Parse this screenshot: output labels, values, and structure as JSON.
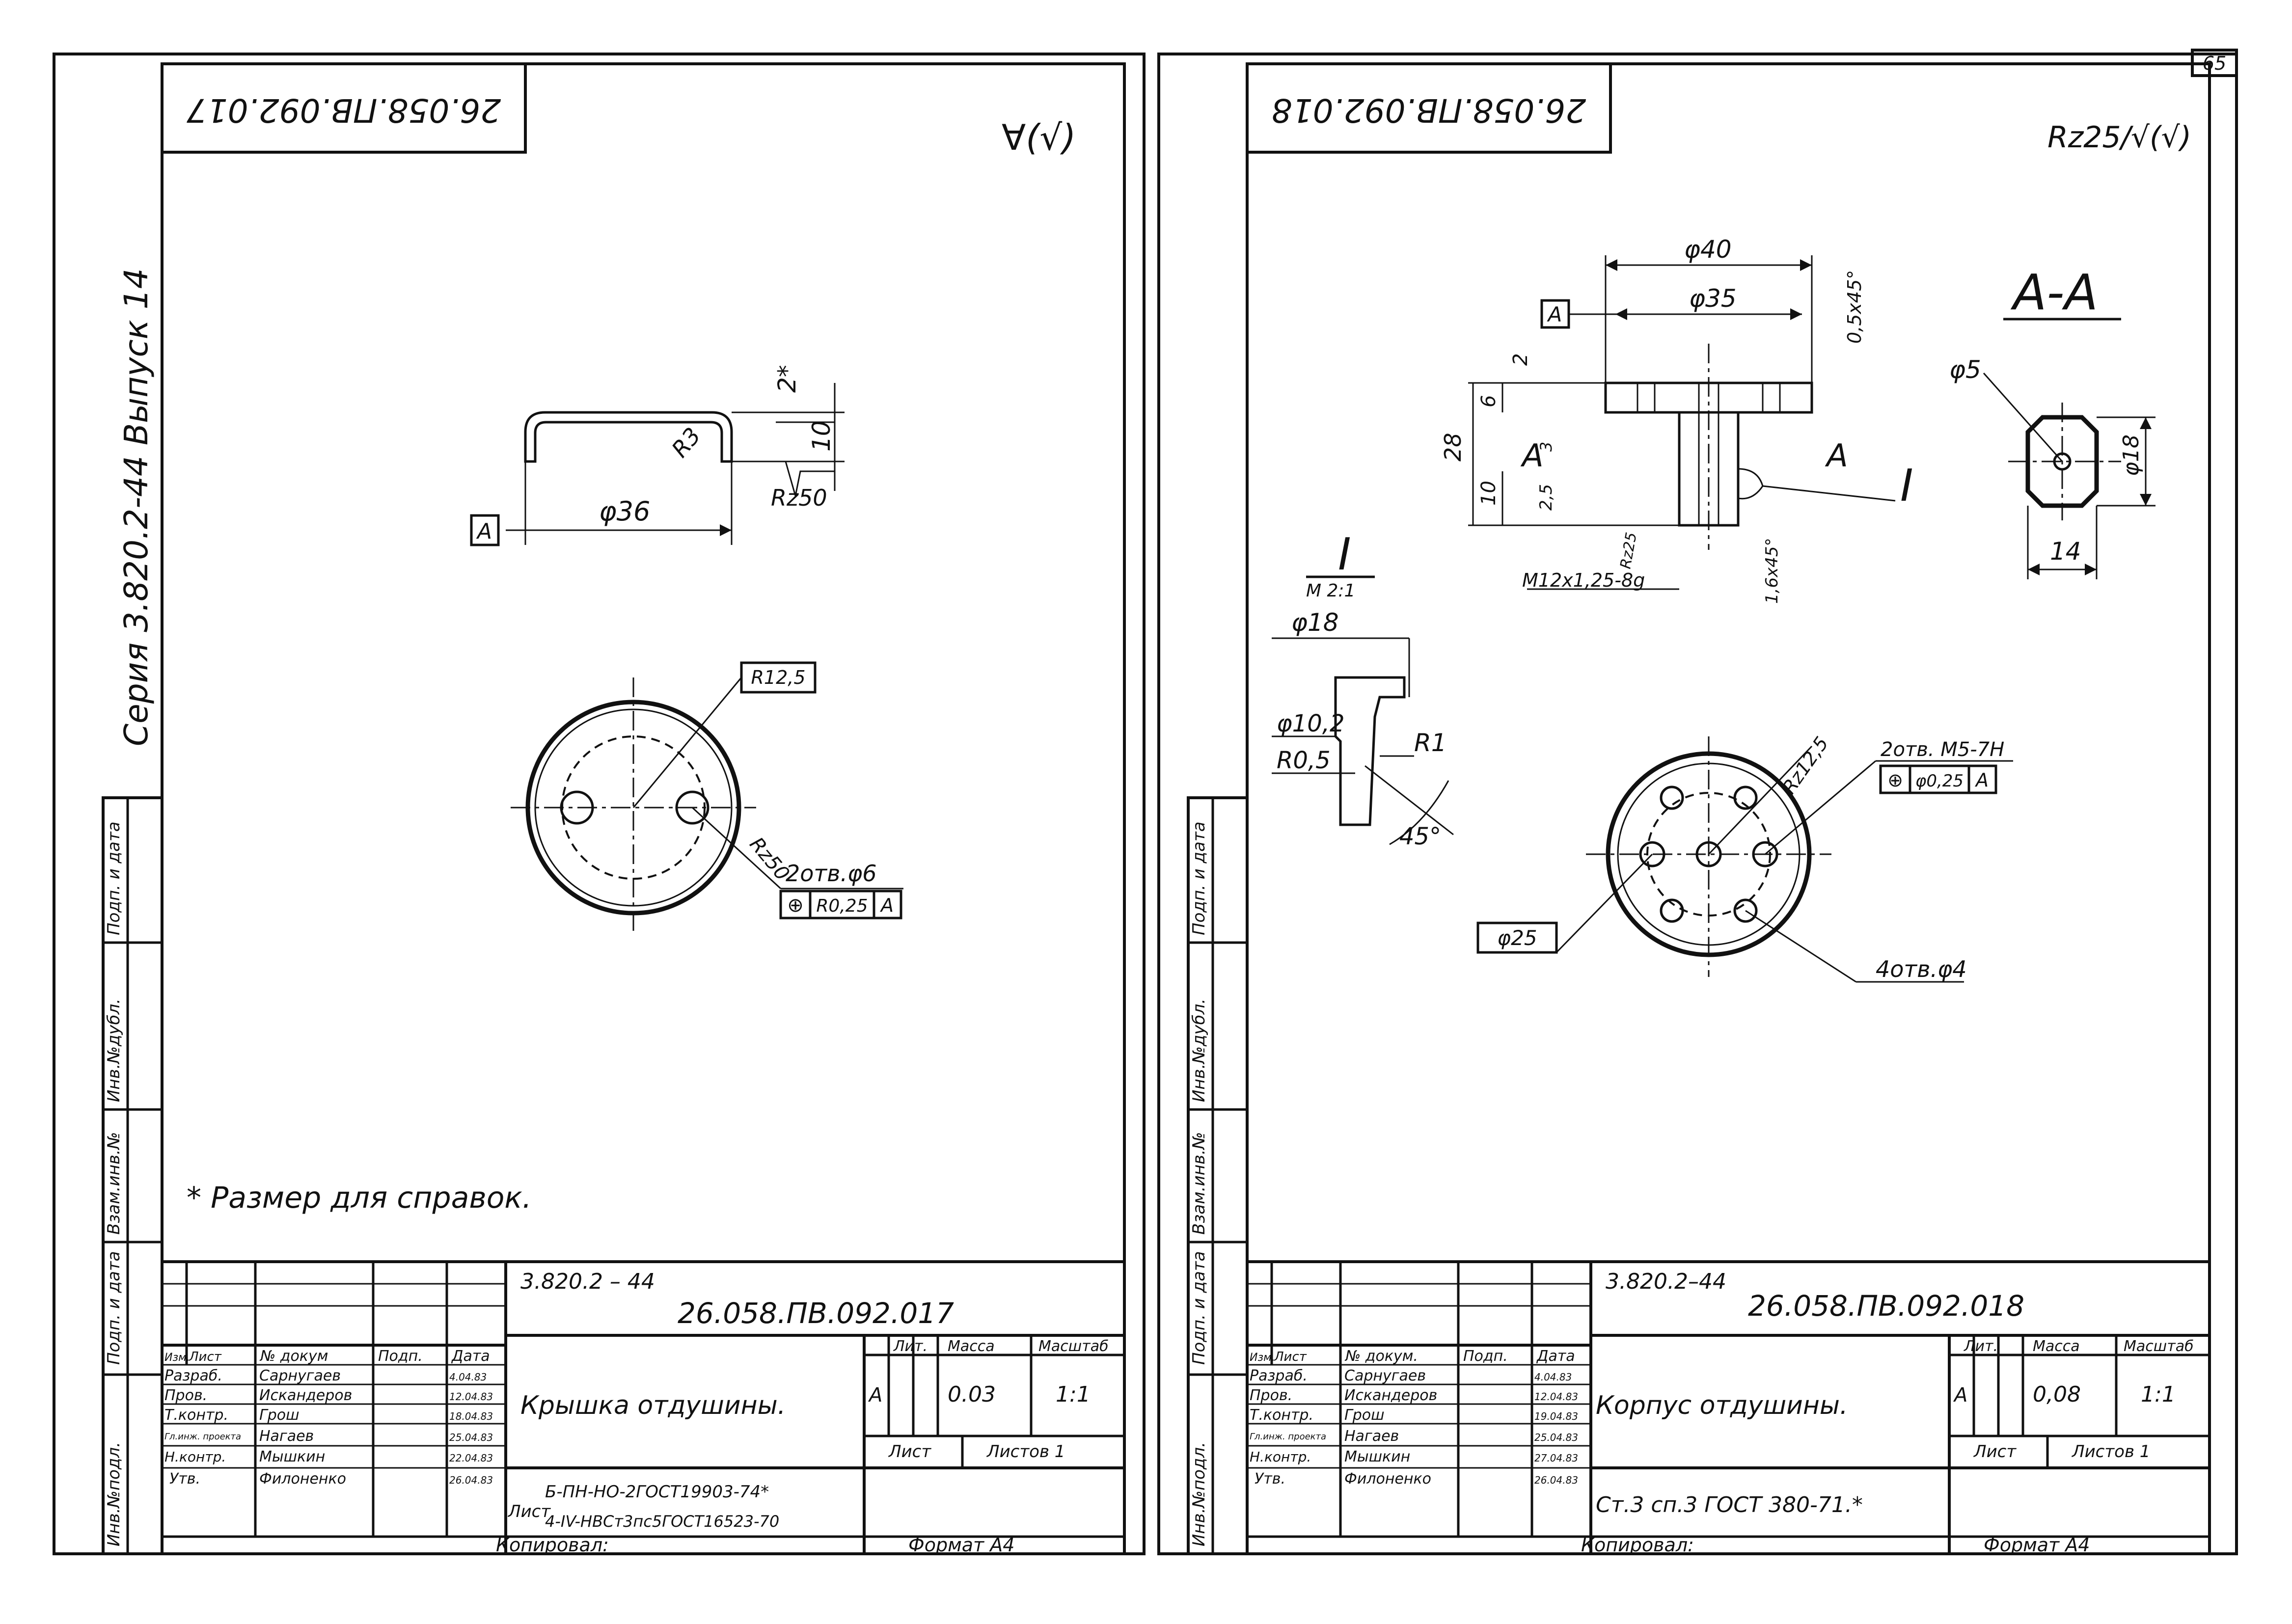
{
  "page_number": "65",
  "left_sheet": {
    "stamp_code": "26.058.ПВ.092.017",
    "roughness_symbol": "∀(√)",
    "side_label_series": "Серия 3.820.2-44 Выпуск 14",
    "side_labels": [
      "Инв.№подл.",
      "Подп. и дата",
      "Взам.инв.№",
      "Инв.№дубл.",
      "Подп. и дата"
    ],
    "dims": {
      "dim_2": "2*",
      "dim_10": "10",
      "dim_r3": "R3",
      "dim_d36": "φ36",
      "dim_rz50": "Rz50",
      "datum": "A",
      "r12_5": "R12,5",
      "rz50_circle": "Rz50",
      "holes": "2отв.φ6",
      "tol_symbol": "⊕",
      "tol_value": "R0,25",
      "tol_datum": "A"
    },
    "note": "* Размер для справок.",
    "title_block": {
      "series": "3.820.2 – 44",
      "doc_code": "26.058.ПВ.092.017",
      "name": "Крышка отдушины.",
      "header_lit": "Лит.",
      "header_mass": "Масса",
      "header_scale": "Масштаб",
      "lit": "А",
      "mass": "0.03",
      "scale": "1:1",
      "sheet": "Лист",
      "sheets": "Листов 1",
      "head_izm": "Изм.",
      "head_list": "Лист",
      "head_doc": "№ докум",
      "head_sign": "Подп.",
      "head_date": "Дата",
      "roles": [
        "Разраб.",
        "Пров.",
        "Т.контр.",
        "Гл.инж. проекта",
        "Н.контр.",
        "Утв."
      ],
      "names": [
        "Сарнугаев",
        "Искандеров",
        "Грош",
        "Нагаев",
        "Мышкин",
        "Филоненко"
      ],
      "dates": [
        "4.04.83",
        "12.04.83",
        "18.04.83",
        "25.04.83",
        "22.04.83",
        "26.04.83"
      ],
      "material_label": "Лист",
      "material_line1": "Б-ПН-НО-2ГОСТ19903-74*",
      "material_line2": "4-IV-НВСт3пс5ГОСТ16523-70",
      "copied": "Копировал:",
      "format": "Формат А4"
    }
  },
  "right_sheet": {
    "stamp_code": "26.058.ПВ.092.018",
    "roughness_symbol": "Rz25/√(√)",
    "side_labels": [
      "Инв.№подл.",
      "Подп. и дата",
      "Взам.инв.№",
      "Инв.№дубл.",
      "Подп. и дата"
    ],
    "dims": {
      "d40": "φ40",
      "d35": "φ35",
      "chamfer_top": "0,5x45°",
      "datum": "A",
      "dim_2": "2",
      "dim_6": "6",
      "dim_28": "28",
      "dim_10": "10",
      "dim_3": "3",
      "dim_25": "2,5",
      "section_a_left": "A",
      "section_a_right": "A",
      "detail_mark": "I",
      "thread": "M12x1,25-8g",
      "rz_thread": "Rz25",
      "chamfer_bottom": "1,6x45°",
      "aa_title": "А-А",
      "d5": "φ5",
      "d18": "φ18",
      "w14": "14",
      "detail_title": "I",
      "detail_scale": "М 2:1",
      "detail_d18": "φ18",
      "detail_d10": "φ10,2",
      "detail_r05": "R0,5",
      "detail_r1": "R1",
      "detail_angle": "45°",
      "r12_5": "Rz12,5",
      "holes_m5": "2отв. М5-7Н",
      "tol_symbol": "⊕",
      "tol_value": "φ0,25",
      "tol_datum": "A",
      "d25": "φ25",
      "holes_4": "4отв.φ4"
    },
    "title_block": {
      "series": "3.820.2–44",
      "doc_code": "26.058.ПВ.092.018",
      "name": "Корпус отдушины.",
      "header_lit": "Лит.",
      "header_mass": "Масса",
      "header_scale": "Масштаб",
      "lit": "А",
      "mass": "0,08",
      "scale": "1:1",
      "sheet": "Лист",
      "sheets": "Листов 1",
      "head_izm": "Изм.",
      "head_list": "Лист",
      "head_doc": "№ докум.",
      "head_sign": "Подп.",
      "head_date": "Дата",
      "roles": [
        "Разраб.",
        "Пров.",
        "Т.контр.",
        "Гл.инж. проекта",
        "Н.контр.",
        "Утв."
      ],
      "names": [
        "Сарнугаев",
        "Искандеров",
        "Грош",
        "Нагаев",
        "Мышкин",
        "Филоненко"
      ],
      "dates": [
        "4.04.83",
        "12.04.83",
        "19.04.83",
        "25.04.83",
        "27.04.83",
        "26.04.83"
      ],
      "material": "Ст.3 сп.3 ГОСТ 380-71.*",
      "copied": "Копировал:",
      "format": "Формат А4"
    }
  }
}
